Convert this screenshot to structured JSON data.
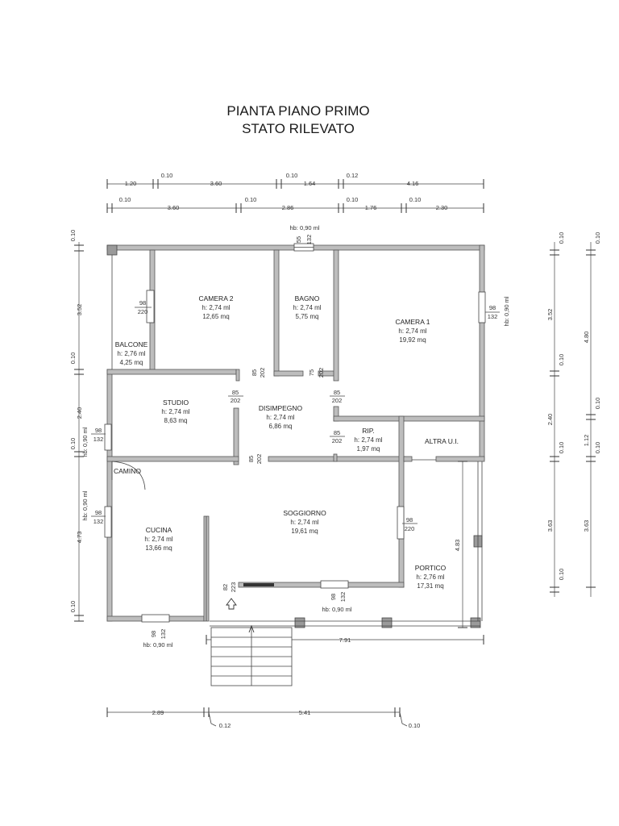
{
  "title": {
    "line1": "PIANTA PIANO PRIMO",
    "line2": "STATO RILEVATO"
  },
  "rooms": {
    "camera2": {
      "name": "CAMERA 2",
      "height": "h: 2,74 ml",
      "area": "12,65 mq"
    },
    "bagno": {
      "name": "BAGNO",
      "height": "h: 2,74 ml",
      "area": "5,75 mq"
    },
    "camera1": {
      "name": "CAMERA 1",
      "height": "h: 2,74 ml",
      "area": "19,92 mq"
    },
    "balcone": {
      "name": "BALCONE",
      "height": "h: 2,76 ml",
      "area": "4,25 mq"
    },
    "studio": {
      "name": "STUDIO",
      "height": "h: 2,74 ml",
      "area": "8,63 mq"
    },
    "disimpegno": {
      "name": "DISIMPEGNO",
      "height": "h: 2,74 ml",
      "area": "6,86 mq"
    },
    "rip": {
      "name": "RIP.",
      "height": "h: 2,74 ml",
      "area": "1,97 mq"
    },
    "altra": {
      "name": "ALTRA U.I."
    },
    "camino": {
      "name": "CAMINO"
    },
    "cucina": {
      "name": "CUCINA",
      "height": "h: 2,74 ml",
      "area": "13,66 mq"
    },
    "soggiorno": {
      "name": "SOGGIORNO",
      "height": "h: 2,74 ml",
      "area": "19,61 mq"
    },
    "portico": {
      "name": "PORTICO",
      "height": "h: 2,76 ml",
      "area": "17,31 mq"
    }
  },
  "openings": {
    "top_window_hb": "hb: 0,90 ml",
    "top_window_w": "55",
    "top_window_h": "132",
    "cam2_w": "98",
    "cam2_h": "220",
    "cam1_w": "98",
    "cam1_h": "132",
    "cam1_hb": "hb: 0,90 ml",
    "cam2_door_w": "85",
    "cam2_door_h": "202",
    "bagno_door_w": "75",
    "bagno_door_h": "202",
    "studio_door_w": "85",
    "studio_door_h": "202",
    "cam1_door_w": "85",
    "cam1_door_h": "202",
    "rip_door_w": "85",
    "rip_door_h": "202",
    "sogg_door_w": "85",
    "sogg_door_h": "202",
    "studio_win_w": "98",
    "studio_win_h": "132",
    "studio_win_hb": "hb: 0,90 ml",
    "cucina_win_w": "98",
    "cucina_win_h": "132",
    "cucina_win_hb": "hb: 0,90 ml",
    "sogg_portico_w": "98",
    "sogg_portico_h": "220",
    "entry_w": "82",
    "entry_h": "223",
    "sogg_bottom_w": "98",
    "sogg_bottom_h": "132",
    "sogg_bottom_hb": "hb: 0,90 ml",
    "cucina_bottom_w": "98",
    "cucina_bottom_h": "132",
    "cucina_bottom_hb": "hb: 0,90 ml"
  },
  "dimensions": {
    "top1": [
      "1.20",
      "0.10",
      "3.60",
      "0.10",
      "1.64",
      "0.12",
      "4.16"
    ],
    "top2": [
      "0.10",
      "3.60",
      "0.10",
      "2.86",
      "0.10",
      "1.76",
      "0.10",
      "2.30"
    ],
    "left": [
      "0.10",
      "3.52",
      "0.10",
      "2.40",
      "0.10",
      "4.73",
      "0.10"
    ],
    "right1": [
      "0.10",
      "3.52",
      "0.10",
      "2.40",
      "0.10",
      "3.63",
      "0.10"
    ],
    "right2": [
      "0.10",
      "4.80",
      "0.10",
      "1.12",
      "0.10",
      "3.63"
    ],
    "portico_depth": "4.83",
    "portico_width": "7.91",
    "bottom": [
      "2.89",
      "0.12",
      "5.41",
      "0.10"
    ]
  }
}
